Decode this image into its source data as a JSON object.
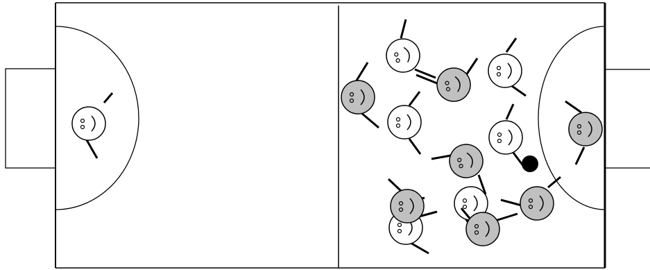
{
  "colors": {
    "background": "#ffffff",
    "lines": "#000000",
    "team_white": "#ffffff",
    "team_grey": "#c0c0c0",
    "ball": "#000000"
  },
  "pitch": {
    "field_name": "soccer-field",
    "features": [
      "left-goal",
      "right-goal",
      "halfway-line",
      "left-penalty-arc",
      "right-penalty-arc"
    ]
  },
  "players": [
    {
      "team": "white",
      "role": "goalkeeper",
      "icon": "smiley-player-icon"
    },
    {
      "team": "white",
      "role": "field",
      "icon": "smiley-player-icon"
    },
    {
      "team": "white",
      "role": "field",
      "icon": "smiley-player-icon"
    },
    {
      "team": "white",
      "role": "field",
      "icon": "smiley-player-icon"
    },
    {
      "team": "white",
      "role": "field",
      "icon": "smiley-player-icon"
    },
    {
      "team": "white",
      "role": "field",
      "icon": "smiley-player-icon"
    },
    {
      "team": "white",
      "role": "field",
      "icon": "smiley-player-icon"
    },
    {
      "team": "grey",
      "role": "field",
      "icon": "smiley-player-icon"
    },
    {
      "team": "grey",
      "role": "field",
      "icon": "smiley-player-icon"
    },
    {
      "team": "grey",
      "role": "field",
      "icon": "smiley-player-icon"
    },
    {
      "team": "grey",
      "role": "field",
      "icon": "smiley-player-icon"
    },
    {
      "team": "grey",
      "role": "field",
      "icon": "smiley-player-icon"
    },
    {
      "team": "grey",
      "role": "field",
      "icon": "smiley-player-icon"
    },
    {
      "team": "grey",
      "role": "goalkeeper",
      "icon": "smiley-player-icon"
    }
  ],
  "ball": {
    "icon": "ball-icon"
  }
}
